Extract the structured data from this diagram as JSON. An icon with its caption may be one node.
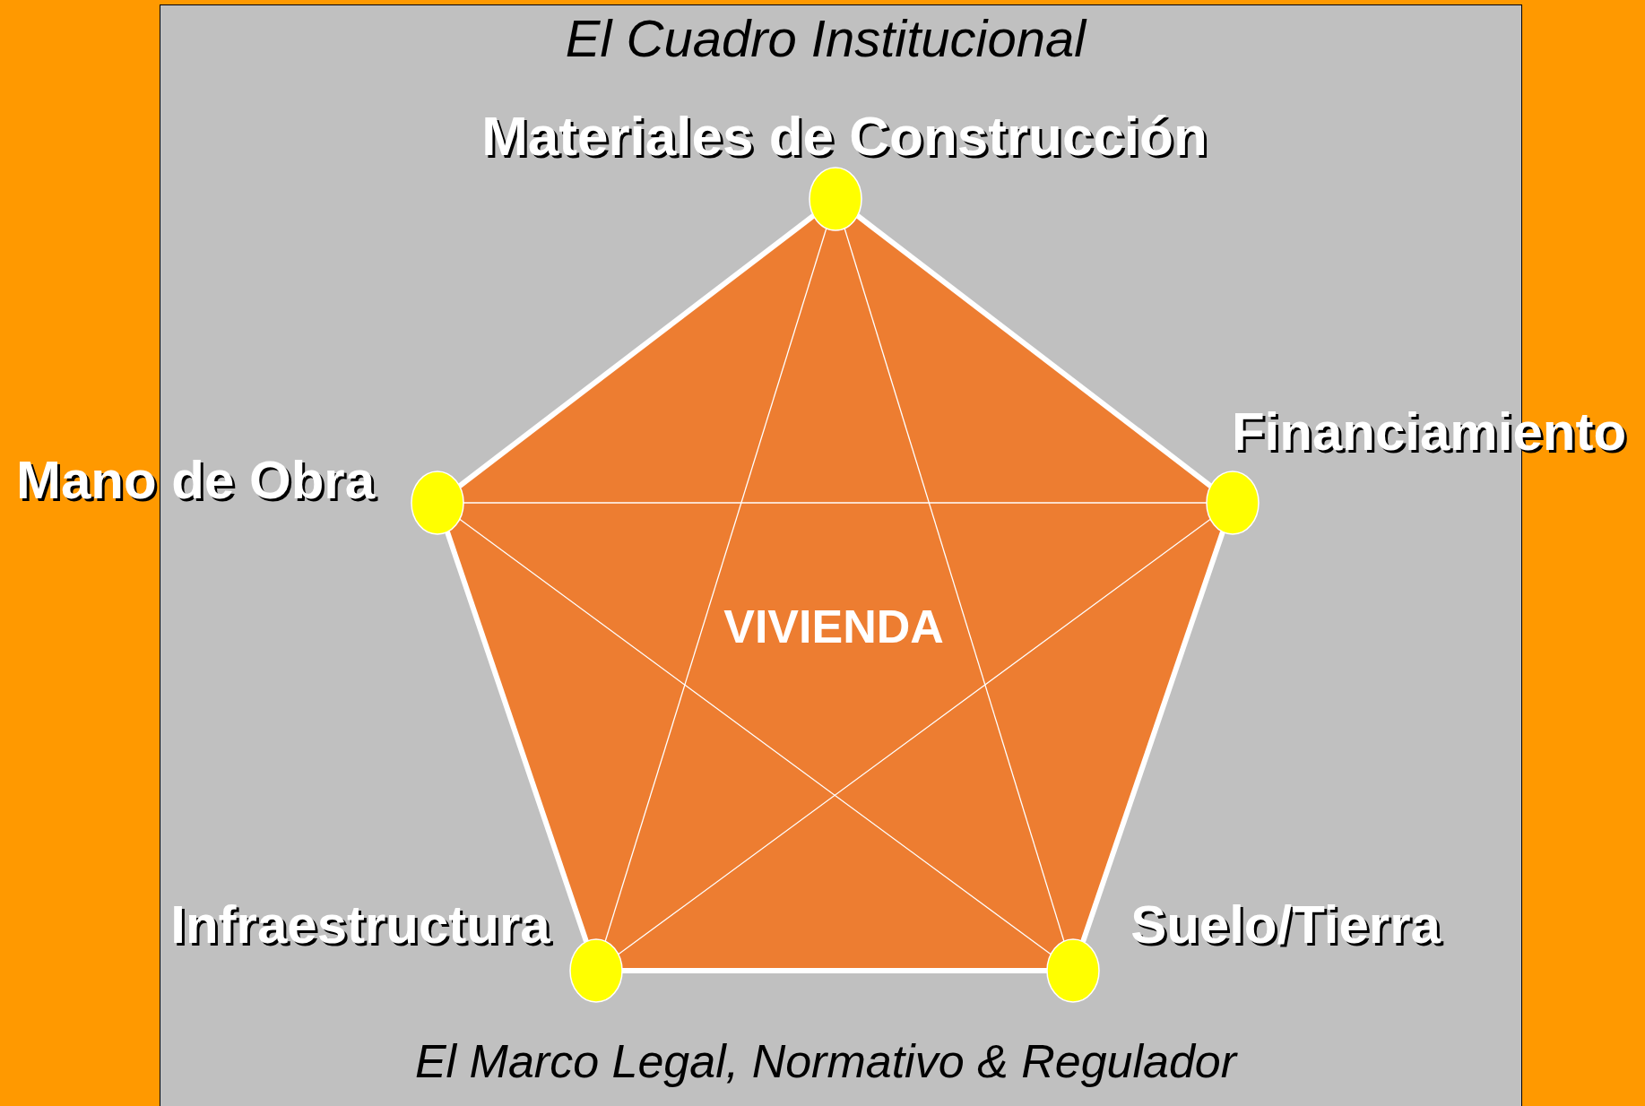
{
  "diagram": {
    "title": "El Cuadro Institucional",
    "caption": "El Marco Legal, Normativo & Regulador",
    "nodes": [
      {
        "text": [
          "Materiales de Construcción"
        ]
      },
      {
        "text": [
          "Mano de Obra"
        ]
      },
      {
        "text": [
          "Financiamiento"
        ]
      },
      {
        "text": [
          "Infraestructura"
        ]
      },
      {
        "text": [
          "Suelo/Tierra"
        ]
      }
    ],
    "edges": [
      {
        "from": 0,
        "to": 2,
        "arrow": "none",
        "style": "thick"
      },
      {
        "from": 2,
        "to": 4,
        "arrow": "none",
        "style": "thick"
      },
      {
        "from": 4,
        "to": 3,
        "arrow": "none",
        "style": "thick"
      },
      {
        "from": 3,
        "to": 1,
        "arrow": "none",
        "style": "thick"
      },
      {
        "from": 1,
        "to": 0,
        "arrow": "none",
        "style": "thick"
      },
      {
        "from": 0,
        "to": 3,
        "arrow": "none"
      },
      {
        "from": 0,
        "to": 4,
        "arrow": "none"
      },
      {
        "from": 1,
        "to": 2,
        "arrow": "none"
      },
      {
        "from": 1,
        "to": 4,
        "arrow": "none"
      },
      {
        "from": 2,
        "to": 3,
        "arrow": "none"
      }
    ],
    "labels": [
      "VIVIENDA"
    ]
  }
}
